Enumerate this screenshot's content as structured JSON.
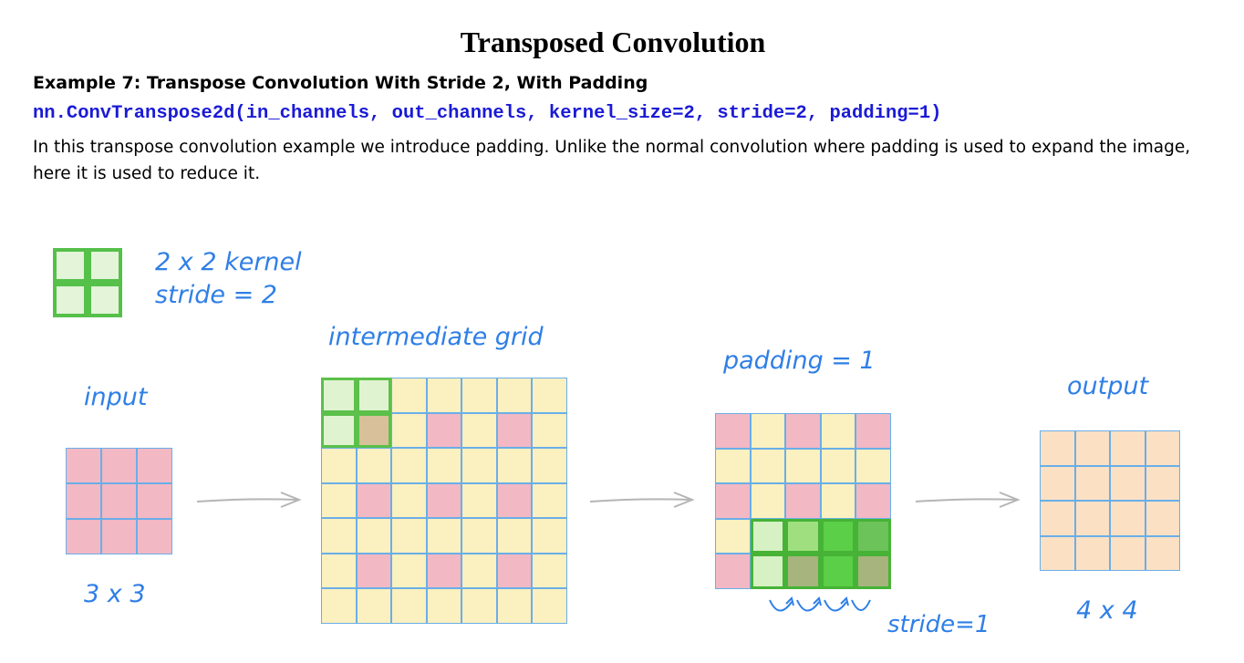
{
  "header": {
    "title": "Transposed Convolution",
    "subtitle": "Example 7: Transpose Convolution With Stride 2, With Padding",
    "code": "nn.ConvTranspose2d(in_channels, out_channels, kernel_size=2, stride=2, padding=1)",
    "description": "In this transpose convolution example we introduce padding. Unlike the normal convolution where padding is used to expand the image, here it is used to reduce it."
  },
  "diagram": {
    "kernel": {
      "label": "2 x 2 kernel",
      "stride_label": "stride = 2",
      "size": 2
    },
    "input": {
      "label": "input",
      "size_label": "3 x 3",
      "rows": 3,
      "cols": 3
    },
    "intermediate": {
      "label": "intermediate grid",
      "rows": 7,
      "cols": 7
    },
    "padded": {
      "label": "padding = 1",
      "stride_label": "stride=1",
      "rows": 5,
      "cols": 5
    },
    "output": {
      "label": "output",
      "size_label": "4 x 4",
      "rows": 4,
      "cols": 4
    },
    "colors": {
      "handwriting": "#2f7fe6",
      "input_cell": "#f2b8c4",
      "empty_cell": "#fbf0bf",
      "output_cell": "#fbe0c4",
      "kernel_green": "#5cc04a",
      "grid_line": "#6aaee8"
    }
  }
}
